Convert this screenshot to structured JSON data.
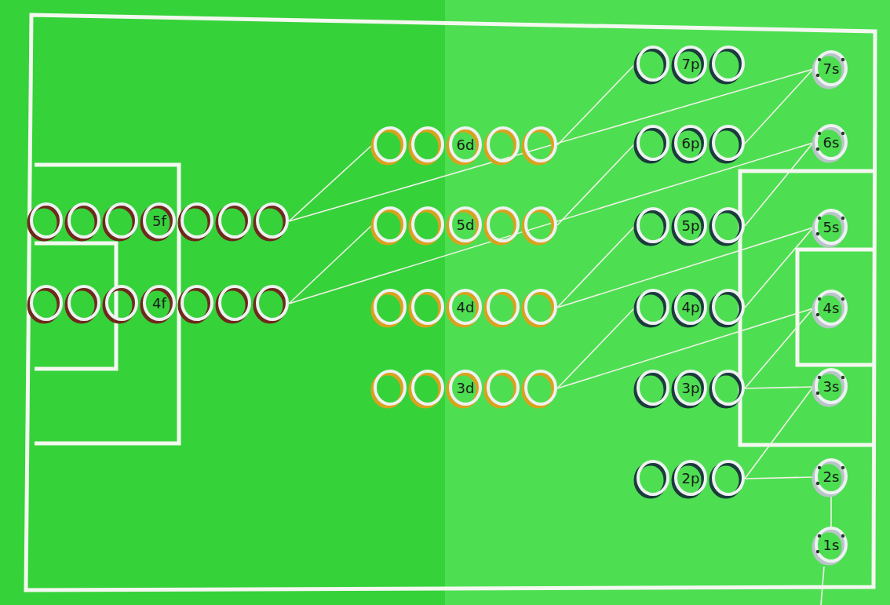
{
  "diagram": {
    "nodes": [
      {
        "text": [
          "7p"
        ]
      },
      {
        "text": [
          "7s"
        ]
      },
      {
        "text": [
          "6d"
        ]
      },
      {
        "text": [
          "6p"
        ]
      },
      {
        "text": [
          "6s"
        ]
      },
      {
        "text": [
          "5f"
        ]
      },
      {
        "text": [
          "5d"
        ]
      },
      {
        "text": [
          "5p"
        ]
      },
      {
        "text": [
          "5s"
        ]
      },
      {
        "text": [
          "4f"
        ]
      },
      {
        "text": [
          "4d"
        ]
      },
      {
        "text": [
          "4p"
        ]
      },
      {
        "text": [
          "4s"
        ]
      },
      {
        "text": [
          "3d"
        ]
      },
      {
        "text": [
          "3p"
        ]
      },
      {
        "text": [
          "3s"
        ]
      },
      {
        "text": [
          "2p"
        ]
      },
      {
        "text": [
          "2s"
        ]
      },
      {
        "text": [
          "1s"
        ]
      }
    ],
    "edges": [
      {
        "from": 18,
        "to": 17,
        "arrow": "none"
      },
      {
        "from": 17,
        "to": 16,
        "arrow": "none"
      },
      {
        "from": 16,
        "to": 15,
        "arrow": "none"
      },
      {
        "from": 15,
        "to": 14,
        "arrow": "none"
      },
      {
        "from": 14,
        "to": 12,
        "arrow": "none"
      },
      {
        "from": 12,
        "to": 13,
        "arrow": "none"
      },
      {
        "from": 13,
        "to": 11,
        "arrow": "none"
      },
      {
        "from": 11,
        "to": 8,
        "arrow": "none"
      },
      {
        "from": 8,
        "to": 10,
        "arrow": "none"
      },
      {
        "from": 10,
        "to": 7,
        "arrow": "none"
      },
      {
        "from": 7,
        "to": 4,
        "arrow": "none"
      },
      {
        "from": 4,
        "to": 9,
        "arrow": "none"
      },
      {
        "from": 9,
        "to": 6,
        "arrow": "none"
      },
      {
        "from": 6,
        "to": 3,
        "arrow": "none"
      },
      {
        "from": 3,
        "to": 1,
        "arrow": "none"
      },
      {
        "from": 1,
        "to": 5,
        "arrow": "none"
      },
      {
        "from": 5,
        "to": 2,
        "arrow": "none"
      },
      {
        "from": 2,
        "to": 0,
        "arrow": "none"
      }
    ]
  }
}
